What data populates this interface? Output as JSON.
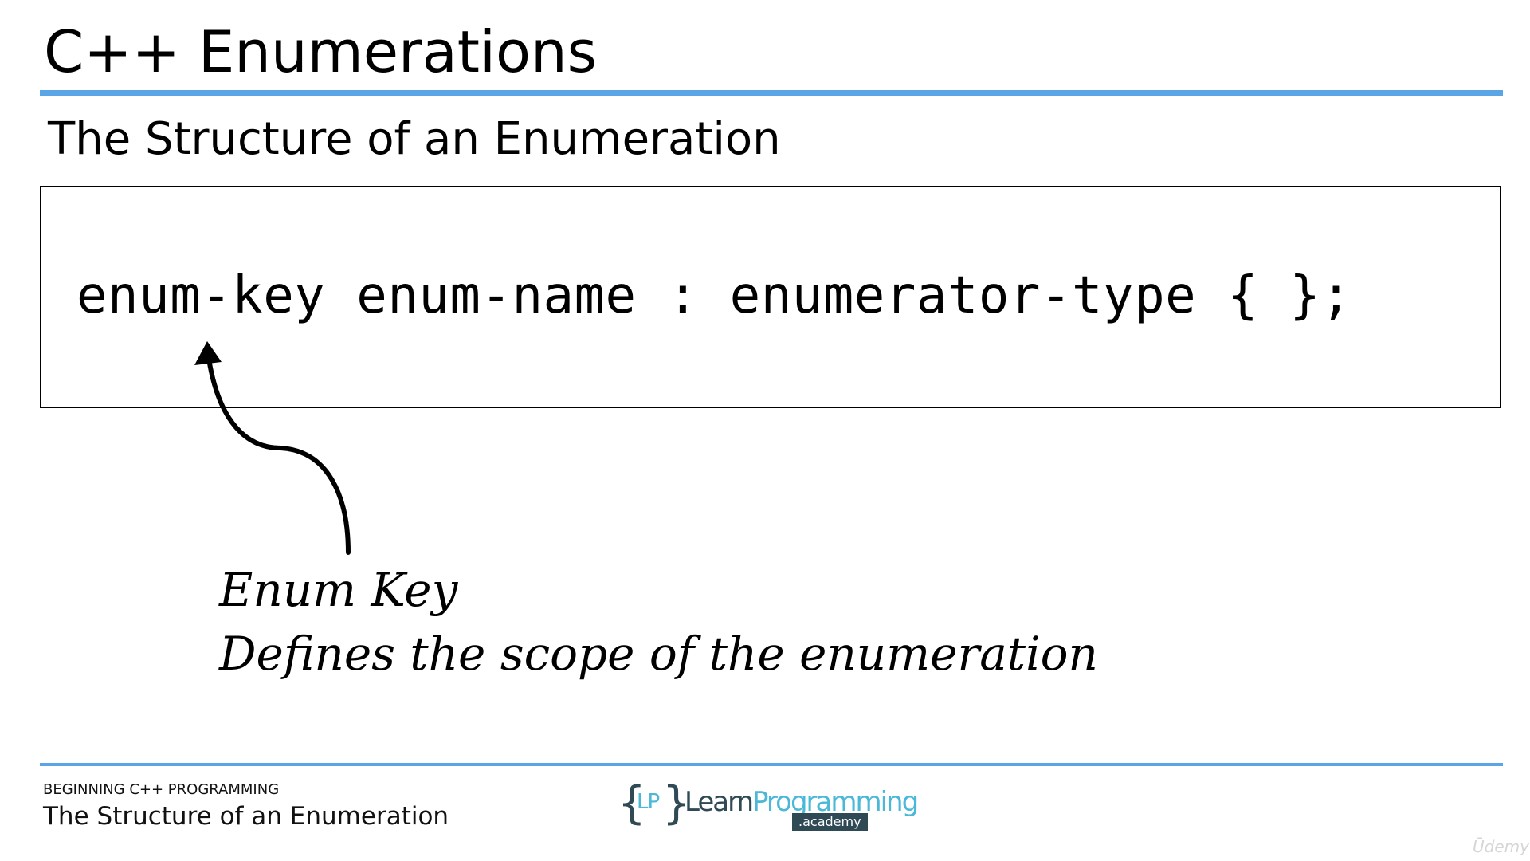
{
  "slide": {
    "title": "C++ Enumerations",
    "subtitle": "The Structure of an Enumeration",
    "code": "enum-key enum-name : enumerator-type { };",
    "annotation": {
      "heading": "Enum Key",
      "description": "Defines the scope of the enumeration"
    }
  },
  "footer": {
    "course": "BEGINNING C++ PROGRAMMING",
    "lesson": "The Structure of an Enumeration",
    "logo": {
      "lp": "LP",
      "learn": "Learn",
      "programming": "Programming",
      "academy": ".academy"
    }
  },
  "watermark": "Ūdemy",
  "colors": {
    "accent_rule": "#5aa5e6",
    "logo_dark": "#2f4a55",
    "logo_light": "#4bb8d8"
  }
}
